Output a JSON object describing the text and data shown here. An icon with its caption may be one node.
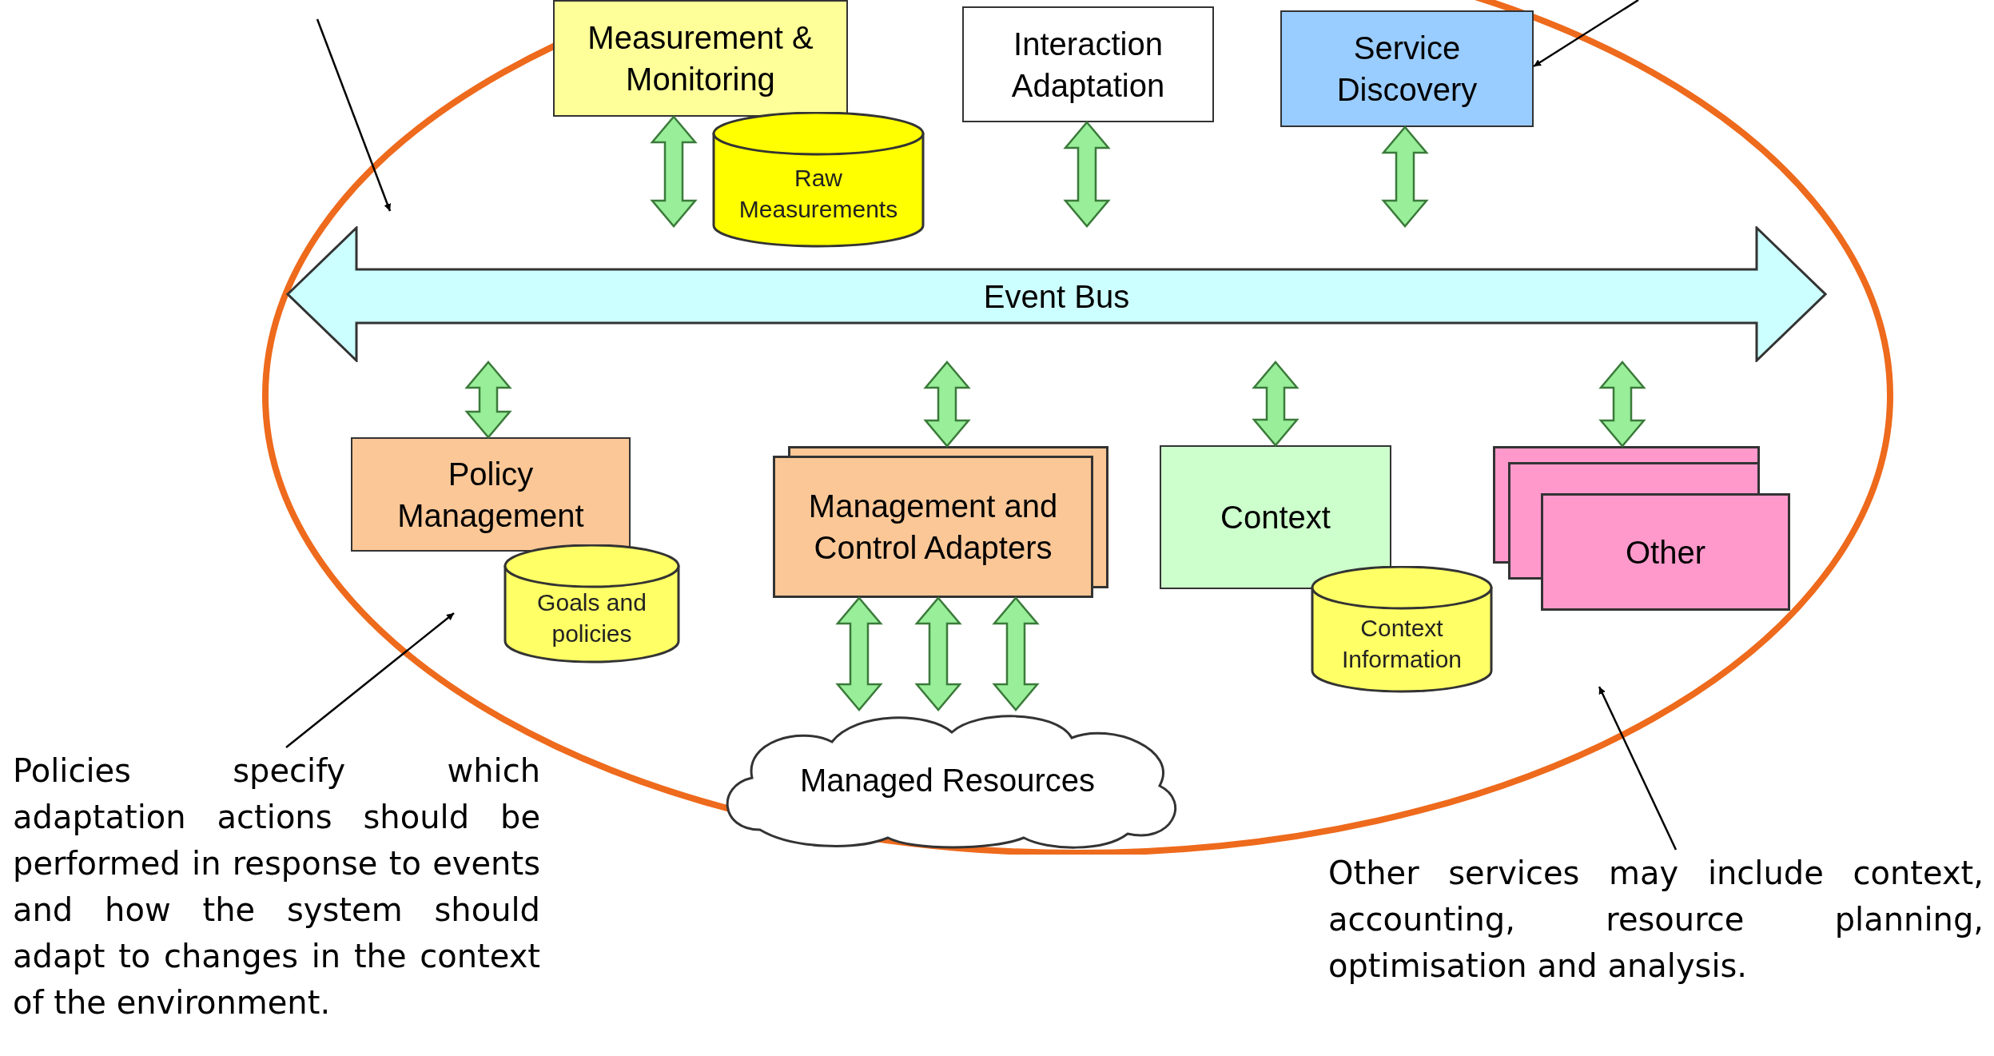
{
  "diagram": {
    "nodes": [
      {
        "text": [],
        "shape": "ellipse"
      },
      {
        "text": [
          "Measurement & Monitoring"
        ],
        "in": 0
      },
      {
        "text": [
          "Raw Measurements"
        ],
        "in": 0
      },
      {
        "text": [
          "Interaction Adaptation"
        ],
        "in": 0
      },
      {
        "text": [
          "Service Discovery"
        ],
        "in": 0
      },
      {
        "text": [
          "Event Bus"
        ],
        "in": 0
      },
      {
        "text": [
          "Policy Management"
        ],
        "in": 0
      },
      {
        "text": [
          "Goals and policies"
        ],
        "in": 0
      },
      {
        "text": [
          "Management and Control Adapters"
        ],
        "in": 0
      },
      {
        "text": [
          "Context"
        ],
        "in": 0
      },
      {
        "text": [
          "Context Information"
        ],
        "in": 0
      },
      {
        "text": [
          "Other"
        ],
        "in": 0
      },
      {
        "text": [
          "Managed Resources"
        ],
        "in": 0
      },
      {
        "text": [
          "Policies specify which adaptation actions should be performed in response to events and how the system should adapt to changes in the context of the environment."
        ]
      },
      {
        "text": [
          "Other services may include context, accounting, resource planning, optimisation and analysis."
        ]
      }
    ],
    "edges": [
      {
        "from": null,
        "to": 0,
        "arrow": "to",
        "color": "#000000"
      },
      {
        "from": null,
        "to": 4,
        "arrow": "to",
        "color": "#000000"
      },
      {
        "from": 1,
        "to": 5,
        "arrow": "both",
        "style": "thick"
      },
      {
        "from": 3,
        "to": 5,
        "arrow": "both",
        "style": "thick"
      },
      {
        "from": 4,
        "to": 5,
        "arrow": "both",
        "style": "thick"
      },
      {
        "from": 5,
        "to": 6,
        "arrow": "both",
        "style": "thick"
      },
      {
        "from": 5,
        "to": 8,
        "arrow": "both",
        "style": "thick"
      },
      {
        "from": 5,
        "to": 9,
        "arrow": "both",
        "style": "thick"
      },
      {
        "from": 5,
        "to": 11,
        "arrow": "both",
        "style": "thick"
      },
      {
        "from": 8,
        "to": 12,
        "arrow": "both",
        "style": "thick"
      },
      {
        "from": 8,
        "to": 12,
        "arrow": "both",
        "style": "thick"
      },
      {
        "from": 8,
        "to": 12,
        "arrow": "both",
        "style": "thick"
      },
      {
        "from": 13,
        "to": 0,
        "arrow": "to",
        "color": "#000000"
      },
      {
        "from": 14,
        "to": 0,
        "arrow": "to",
        "color": "#000000"
      }
    ]
  }
}
